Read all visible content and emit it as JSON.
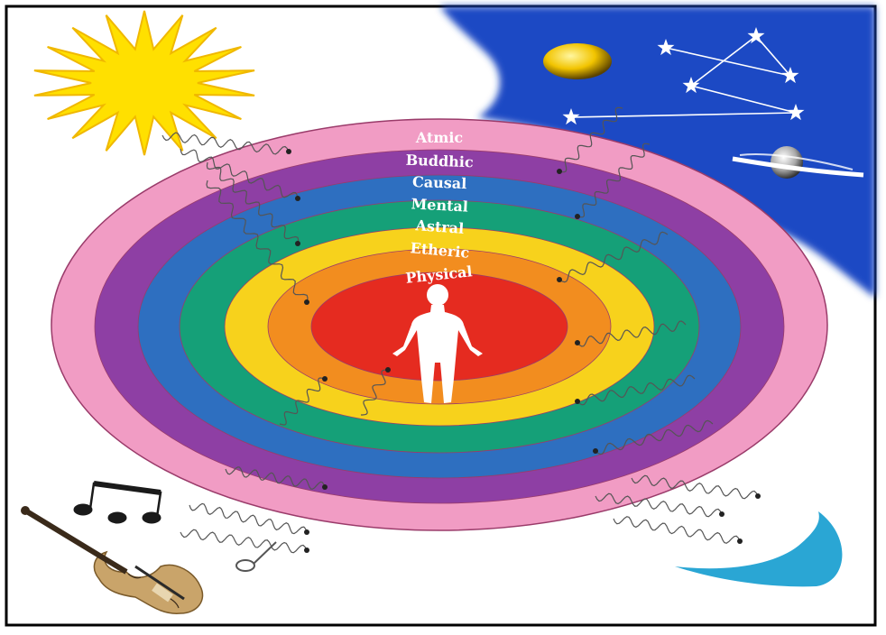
{
  "layers": [
    {
      "label": "Atmic",
      "color": "#f19cc4",
      "text_color": "#ffffff"
    },
    {
      "label": "Buddhic",
      "color": "#8e3fa4",
      "text_color": "#ffffff"
    },
    {
      "label": "Causal",
      "color": "#2e6fc0",
      "text_color": "#ffffff"
    },
    {
      "label": "Mental",
      "color": "#15a078",
      "text_color": "#ffffff"
    },
    {
      "label": "Astral",
      "color": "#f7d21c",
      "text_color": "#ffffff"
    },
    {
      "label": "Etheric",
      "color": "#f28d1f",
      "text_color": "#ffffff"
    },
    {
      "label": "Physical",
      "color": "#e52b20",
      "text_color": "#ffffff"
    }
  ],
  "colors": {
    "sky": "#1a49c4",
    "sun": "#ffe000",
    "sun_stroke": "#f0b800",
    "moon": "#2aa6d4",
    "wave": "#555555",
    "figure": "#ffffff",
    "violin": "#c9a46a",
    "notes": "#1a1a1a"
  },
  "icons": [
    "sun-icon",
    "golden-planet-icon",
    "constellation-icon",
    "ringed-planet-icon",
    "crescent-moon-icon",
    "violin-icon",
    "music-note-icon",
    "human-figure-icon"
  ]
}
